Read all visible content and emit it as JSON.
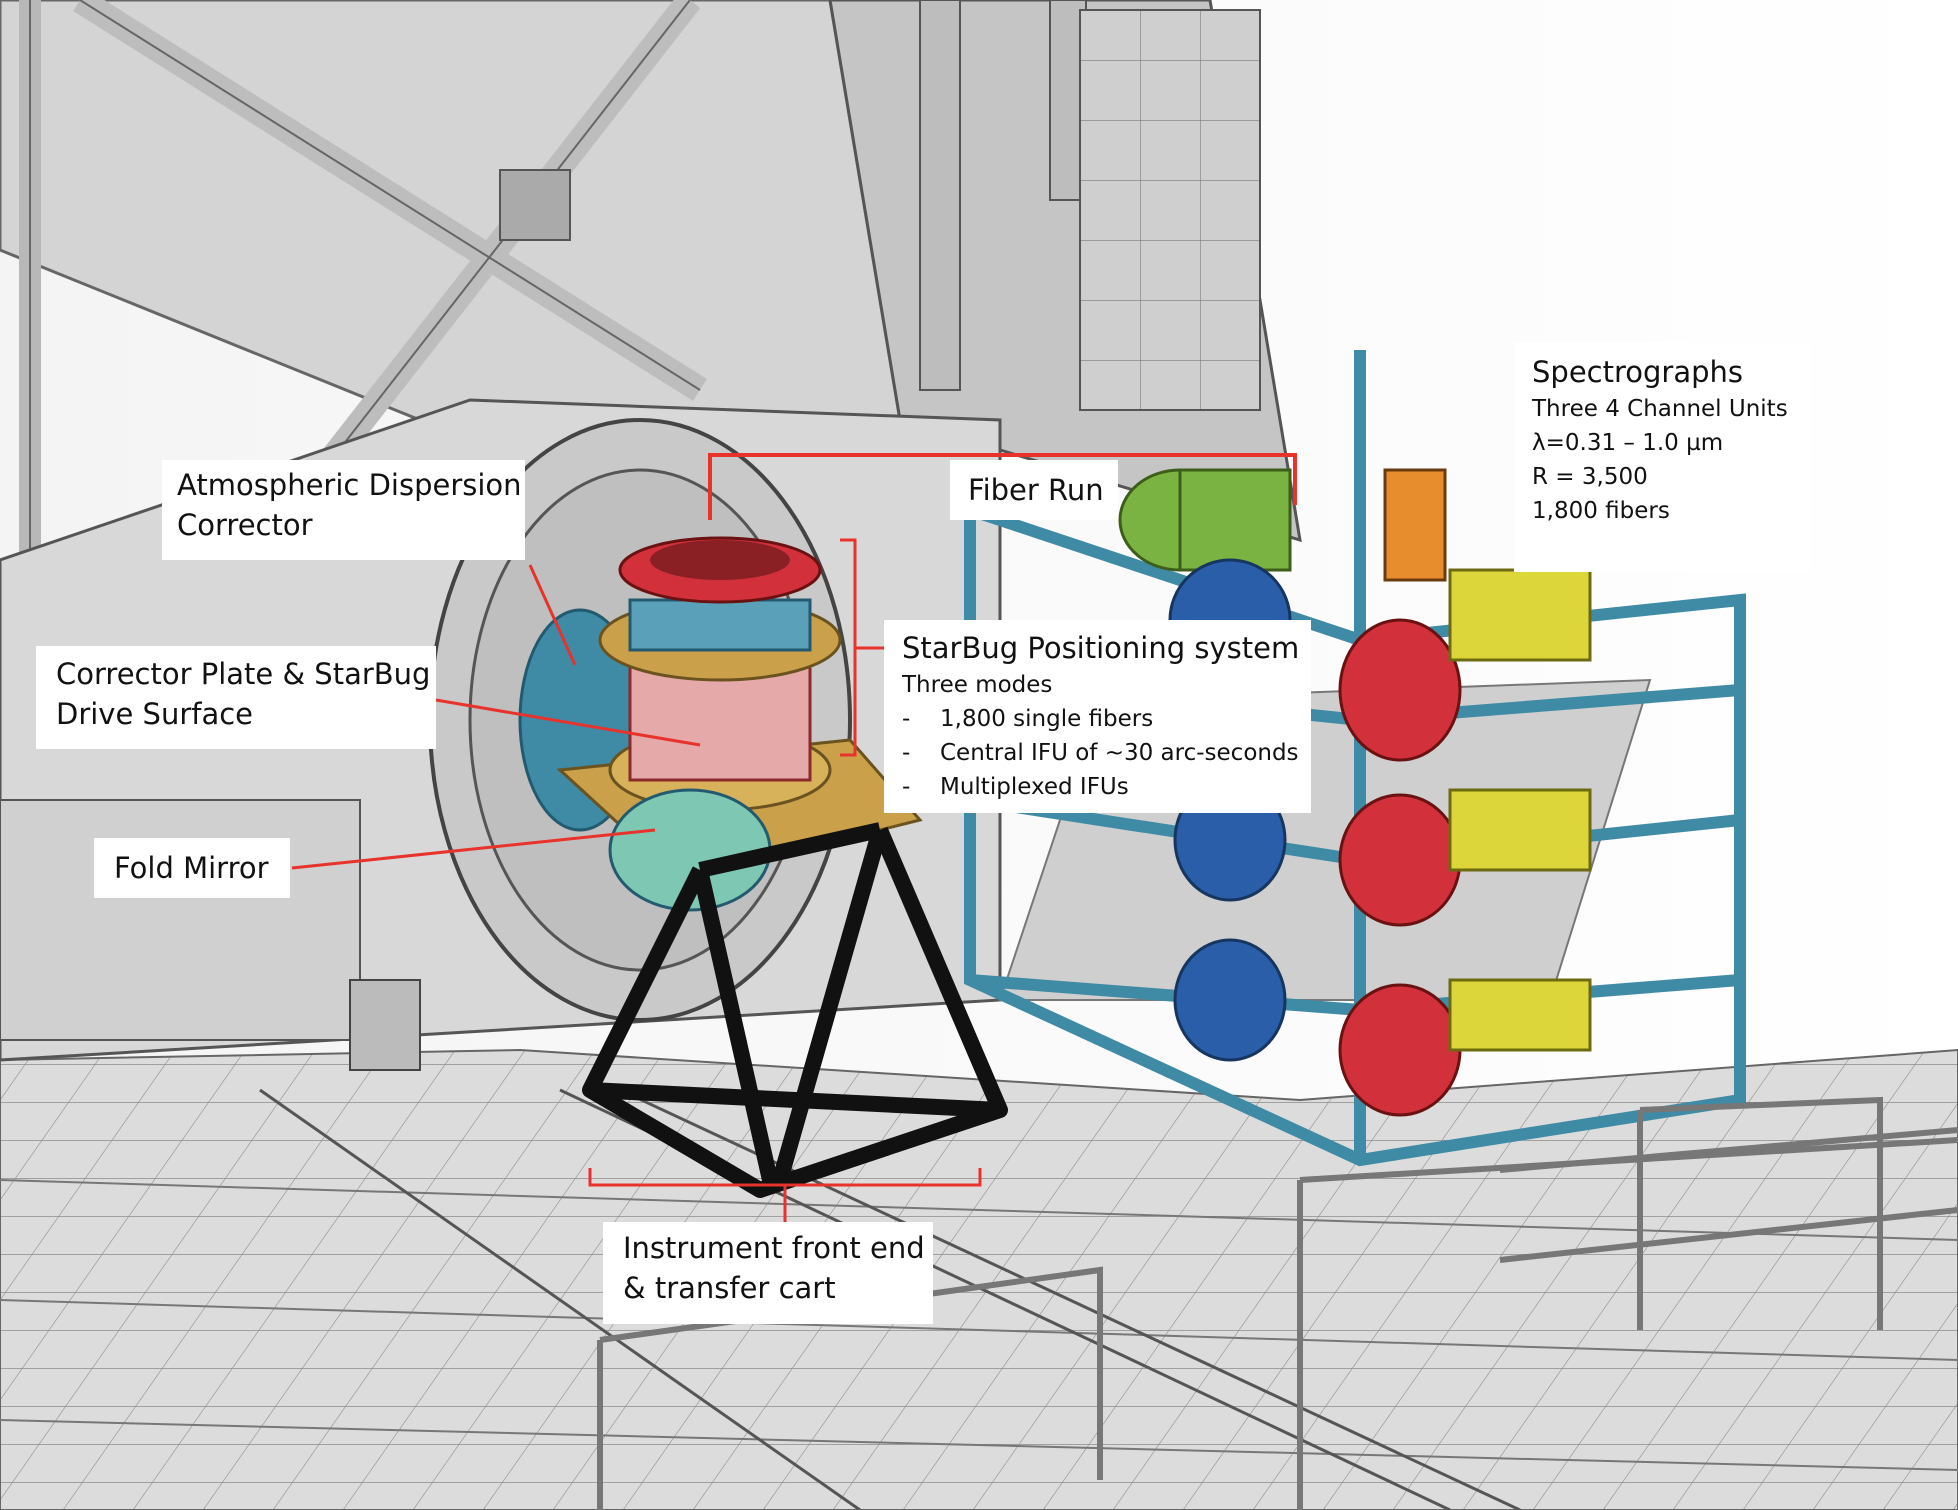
{
  "labels": {
    "adc": {
      "line1": "Atmospheric Dispersion",
      "line2": "Corrector"
    },
    "corrector": {
      "line1": "Corrector Plate & StarBug",
      "line2": "Drive Surface"
    },
    "fold": {
      "title": "Fold Mirror"
    },
    "fiber": {
      "title": "Fiber Run"
    },
    "cart": {
      "line1": "Instrument front end",
      "line2": "& transfer cart"
    },
    "starbug": {
      "title": "StarBug Positioning system",
      "subtitle": "Three modes",
      "items": [
        "1,800 single fibers",
        "Central IFU of ~30 arc-seconds",
        "Multiplexed IFUs"
      ],
      "dash": "-"
    },
    "spectrographs": {
      "title": "Spectrographs",
      "lines": [
        "Three 4 Channel Units",
        "λ=0.31 – 1.0 µm",
        "R = 3,500",
        "1,800 fibers"
      ]
    }
  },
  "colors": {
    "leader": "#e8322c",
    "frame": "#3f8aa5",
    "green": "#7bb342",
    "blue": "#2b5ea8",
    "red": "#d2313c",
    "yellow": "#dcd63a",
    "orange": "#e88d2e",
    "gold": "#caa04a",
    "teal": "#4f9bb4",
    "structure": "#d6d6d6"
  }
}
